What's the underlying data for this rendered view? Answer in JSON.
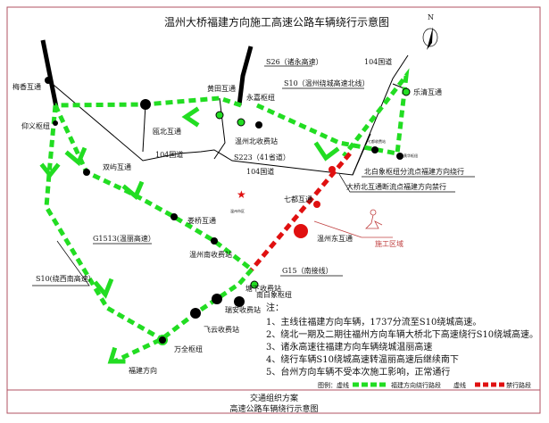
{
  "title": "温州大桥福建方向施工高速公路车辆绕行示意图",
  "north_label": "N",
  "colors": {
    "detour": "#22dd22",
    "closed": "#e01010",
    "frame": "#b05060"
  },
  "roads": {
    "s26": "S26（诸永高速）",
    "s10_north": "S10（温州绕城高速北线）",
    "g104_ne": "104国道",
    "g104_mid": "104国道",
    "g104_low": "104国道",
    "s223": "S223（41省道）",
    "g1513": "G1513(温丽高速）",
    "s10_sw": "S10(绕西南高速）",
    "g15": "G15（南接线）"
  },
  "nodes": {
    "meixiang": "梅香互通",
    "yangyi": "仰义枢纽",
    "oubei": "瓯北互通",
    "huangtian": "黄田互通",
    "yongjia": "永嘉枢纽",
    "wenzhou_north_toll": "温州北收费站",
    "yueqing": "乐清互通",
    "qidu_toll": "七都收费站",
    "huanghua": "黄华枢纽",
    "shuangyu": "双屿互通",
    "louqiao": "娄桥互通",
    "wenzhou_south_toll": "温州南收费站",
    "qidu": "七都互通",
    "wenzhou_east": "温州东互通",
    "nanbaixiang": "南白象枢纽",
    "tangxia": "塘下收费站",
    "ruian": "瑞安收费站",
    "feiyun": "飞云收费站",
    "wanquan": "万全枢纽",
    "fujian_dir": "福建方向",
    "city": "温州市区"
  },
  "callouts": {
    "beibaixiang": "北白象枢纽分流点福建方向绕行",
    "daqiao": "大桥北互通断流点福建方向禁行",
    "work_zone": "施工区域"
  },
  "notes": {
    "heading": "注：",
    "items": [
      "1、主线往福建方向车辆，1737分流至S10绕城高速。",
      "2、绕北一期及二期往福州方向车辆大桥北下高速绕行S10绕城高速。",
      "3、诸永高速往福建方向车辆绕城温丽高速",
      "4、绕行车辆S10绕城高速转温丽高速后继续南下",
      "5、台州方向车辆不受本次施工影响，正常通行"
    ]
  },
  "legend": {
    "prefix": "图例：虚线",
    "detour": "福建方向绕行路段",
    "mid": "虚线",
    "closed": "禁行路段"
  },
  "footer": {
    "line1": "交通组织方案",
    "line2": "高速公路车辆绕行示意图"
  }
}
